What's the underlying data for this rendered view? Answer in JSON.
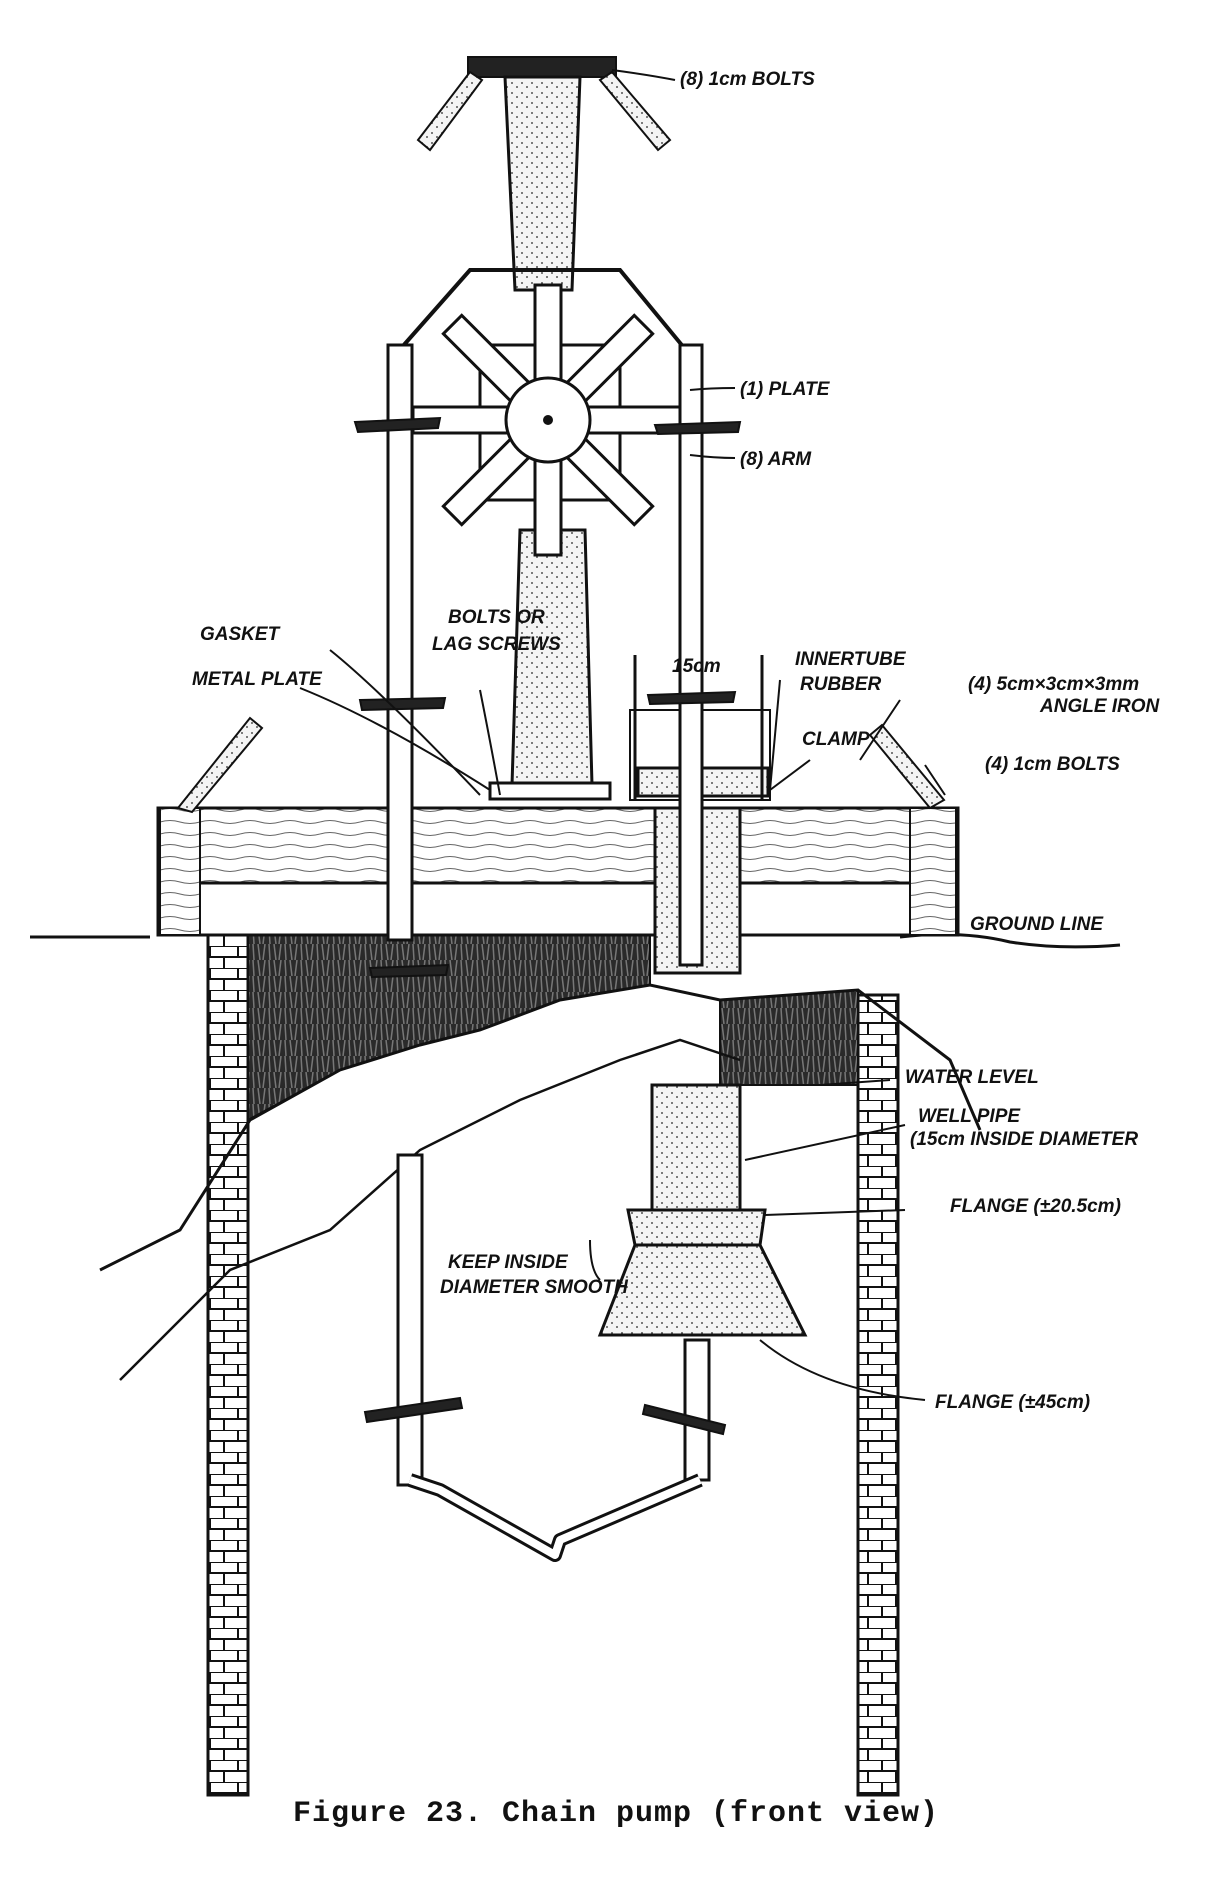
{
  "figure": {
    "caption": "Figure 23. Chain pump (front view)",
    "labels": {
      "bolts_top": "(8) 1cm BOLTS",
      "plate": "(1) PLATE",
      "arm": "(8) ARM",
      "gasket": "GASKET",
      "metal_plate": "METAL PLATE",
      "bolts_or_lag": "BOLTS OR",
      "lag_screws": "LAG SCREWS",
      "width_15cm": "15cm",
      "innertube": "INNERTUBE",
      "rubber": "RUBBER",
      "angle_iron_1": "(4) 5cm×3cm×3mm",
      "angle_iron_2": "ANGLE IRON",
      "clamp": "CLAMP",
      "bolts_1cm_4": "(4) 1cm BOLTS",
      "ground_line": "GROUND LINE",
      "water_level": "WATER LEVEL",
      "well_pipe_1": "WELL PIPE",
      "well_pipe_2": "(15cm INSIDE DIAMETER",
      "flange_small": "FLANGE (±20.5cm)",
      "keep_inside_1": "KEEP INSIDE",
      "keep_inside_2": "DIAMETER SMOOTH",
      "flange_large": "FLANGE (±45cm)"
    }
  }
}
